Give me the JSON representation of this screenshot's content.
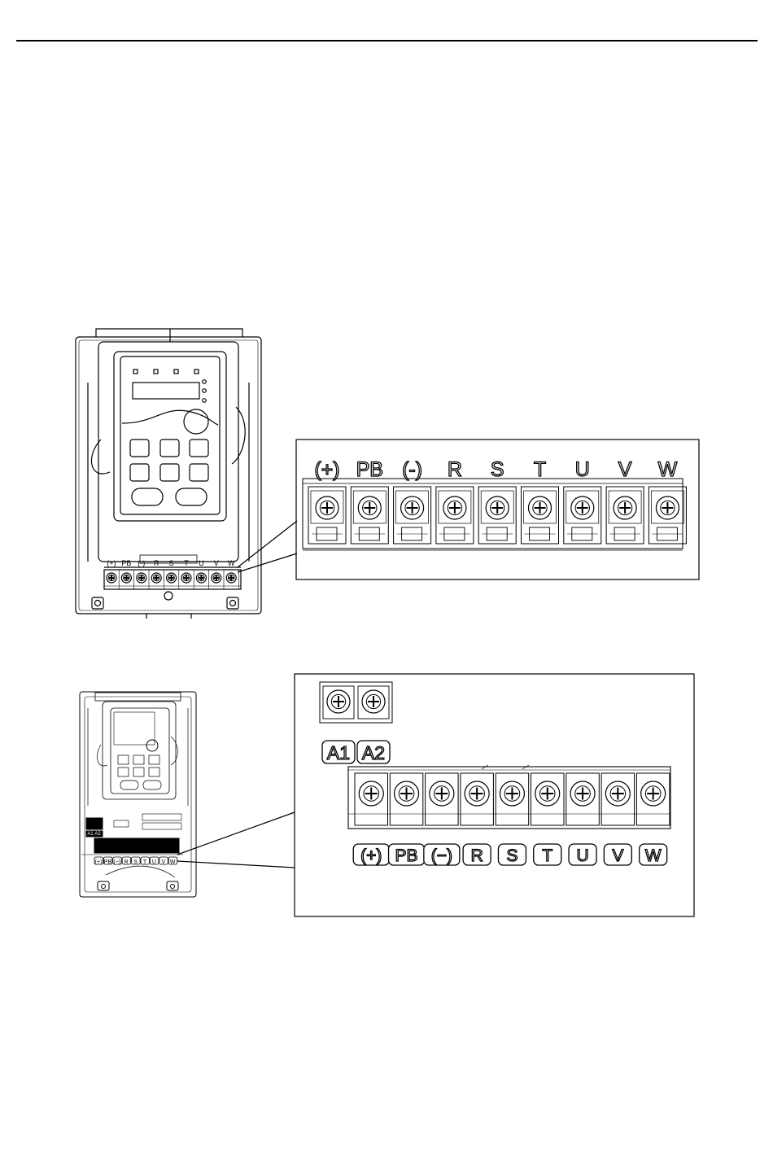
{
  "figure1": {
    "small_labels": [
      "(+)",
      "PB",
      "(-)",
      "R",
      "S",
      "T",
      "U",
      "V",
      "W"
    ],
    "detail_labels": [
      "(+)",
      "PB",
      "(-)",
      "R",
      "S",
      "T",
      "U",
      "V",
      "W"
    ]
  },
  "figure2": {
    "aux_labels": [
      "A1",
      "A2"
    ],
    "detail_labels": [
      "(+)",
      "PB",
      "(−)",
      "R",
      "S",
      "T",
      "U",
      "V",
      "W"
    ]
  }
}
